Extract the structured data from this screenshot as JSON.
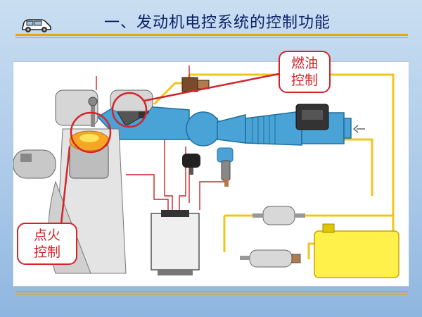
{
  "slide": {
    "title": "一、发动机电控系统的控制功能",
    "accent_color": "#e8a21a",
    "title_color": "#0b1f66",
    "callout_color": "#d3242a"
  },
  "diagram": {
    "callouts": {
      "fuel": {
        "line1": "燃油",
        "line2": "控制"
      },
      "ignition": {
        "line1": "点火",
        "line2": "控制"
      }
    },
    "icons": [
      "car-icon"
    ]
  }
}
